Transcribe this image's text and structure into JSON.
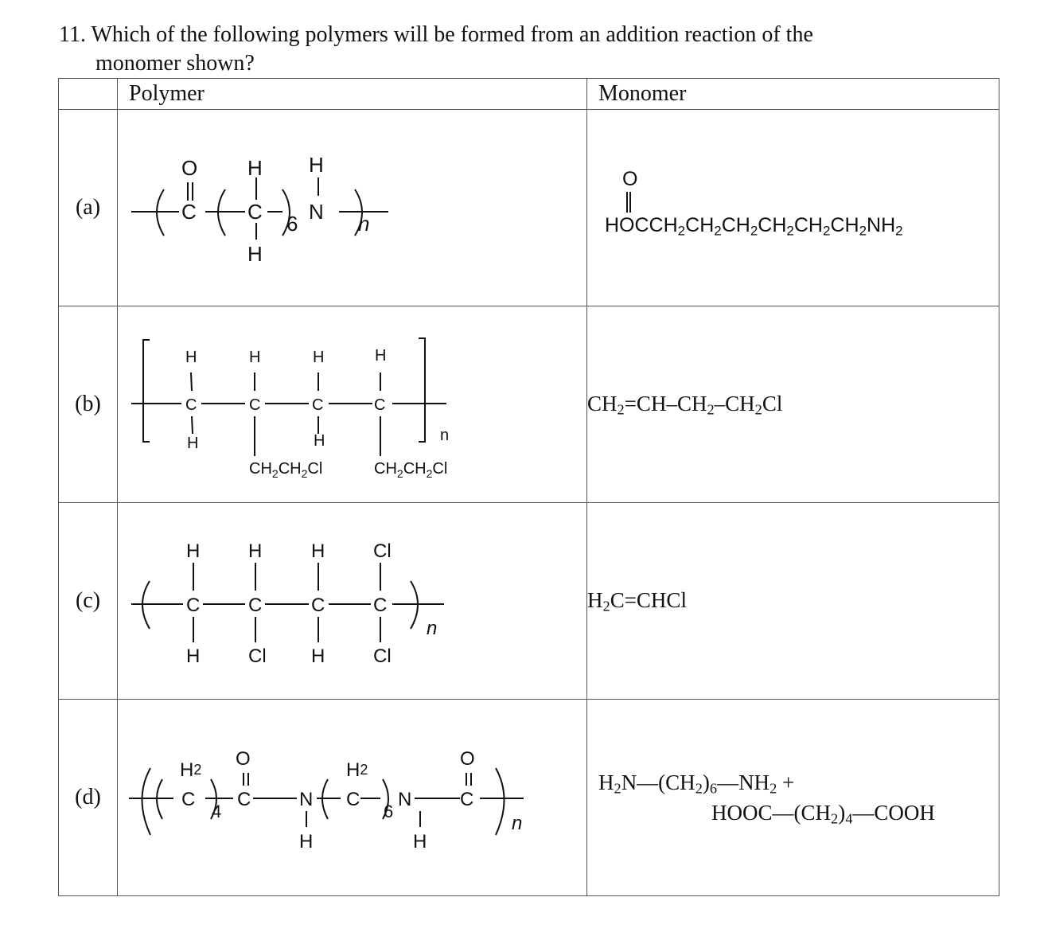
{
  "question": {
    "number": "11.",
    "line1": "Which of the following polymers will be formed from an addition reaction of the",
    "line2": "monomer shown?"
  },
  "table": {
    "headers": {
      "label": "",
      "polymer": "Polymer",
      "monomer": "Monomer"
    },
    "rows": [
      {
        "label": "(a)",
        "polymer": "-(C(=O)-(CH2)6-NH)-n",
        "monomer": {
          "carbonyl_O": "O",
          "formula": "HOCCH2CH2CH2CH2CH2CH2NH2"
        }
      },
      {
        "label": "(b)",
        "polymer": "[-CH2-CH(CH2CH2Cl)-CH2-CH(CH2CH2Cl)-]n",
        "monomer": {
          "formula": "CH2=CH-CH2-CH2Cl"
        }
      },
      {
        "label": "(c)",
        "polymer": "-(CH2-CHCl-CH2-CCl2)-n",
        "monomer": {
          "formula": "H2C=CHCl"
        }
      },
      {
        "label": "(d)",
        "polymer": "-((CH2)4-C(=O)-NH-(CH2)6-NH-C(=O))-n",
        "monomer": {
          "line1": "H2N-(CH2)6-NH2 +",
          "line2": "HOOC-(CH2)4-COOH"
        }
      }
    ]
  },
  "atoms": {
    "C": "C",
    "H": "H",
    "O": "O",
    "N": "N",
    "Cl": "Cl",
    "n": "n",
    "six": "6",
    "four": "4",
    "two": "2",
    "side_chain": "CH2CH2Cl"
  }
}
